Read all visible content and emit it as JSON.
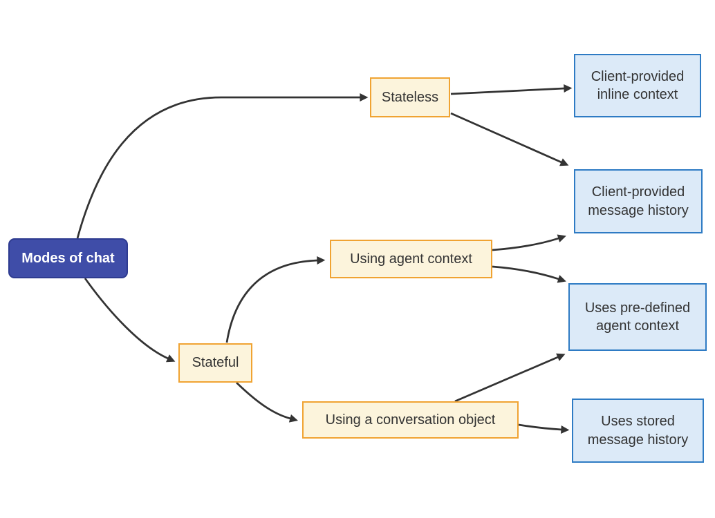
{
  "theme": {
    "canvas-bg": "#ffffff",
    "edge-color": "#333333",
    "root-fill": "#3F4DA8",
    "root-border": "#2E3B90",
    "root-text": "#ffffff",
    "branch-fill": "#FCF4DC",
    "branch-border": "#F0A332",
    "leaf-fill": "#DCEAF8",
    "leaf-border": "#2E7BC4",
    "node-text": "#333333"
  },
  "diagram": {
    "type": "flowchart-left-to-right",
    "nodes": {
      "root": {
        "label": "Modes of chat"
      },
      "stateless": {
        "label": "Stateless"
      },
      "stateful": {
        "label": "Stateful"
      },
      "agent_context": {
        "label": "Using agent context"
      },
      "conversation_object": {
        "label": "Using a conversation object"
      },
      "inline_context": {
        "label": "Client-provided\ninline context"
      },
      "message_history": {
        "label": "Client-provided\nmessage history"
      },
      "predefined_context": {
        "label": "Uses pre-defined\nagent context"
      },
      "stored_history": {
        "label": "Uses stored\nmessage history"
      }
    },
    "edges": [
      {
        "from": "root",
        "to": "stateless"
      },
      {
        "from": "root",
        "to": "stateful"
      },
      {
        "from": "stateless",
        "to": "inline_context"
      },
      {
        "from": "stateless",
        "to": "message_history"
      },
      {
        "from": "stateful",
        "to": "agent_context"
      },
      {
        "from": "stateful",
        "to": "conversation_object"
      },
      {
        "from": "agent_context",
        "to": "message_history"
      },
      {
        "from": "agent_context",
        "to": "predefined_context"
      },
      {
        "from": "conversation_object",
        "to": "predefined_context"
      },
      {
        "from": "conversation_object",
        "to": "stored_history"
      }
    ]
  }
}
